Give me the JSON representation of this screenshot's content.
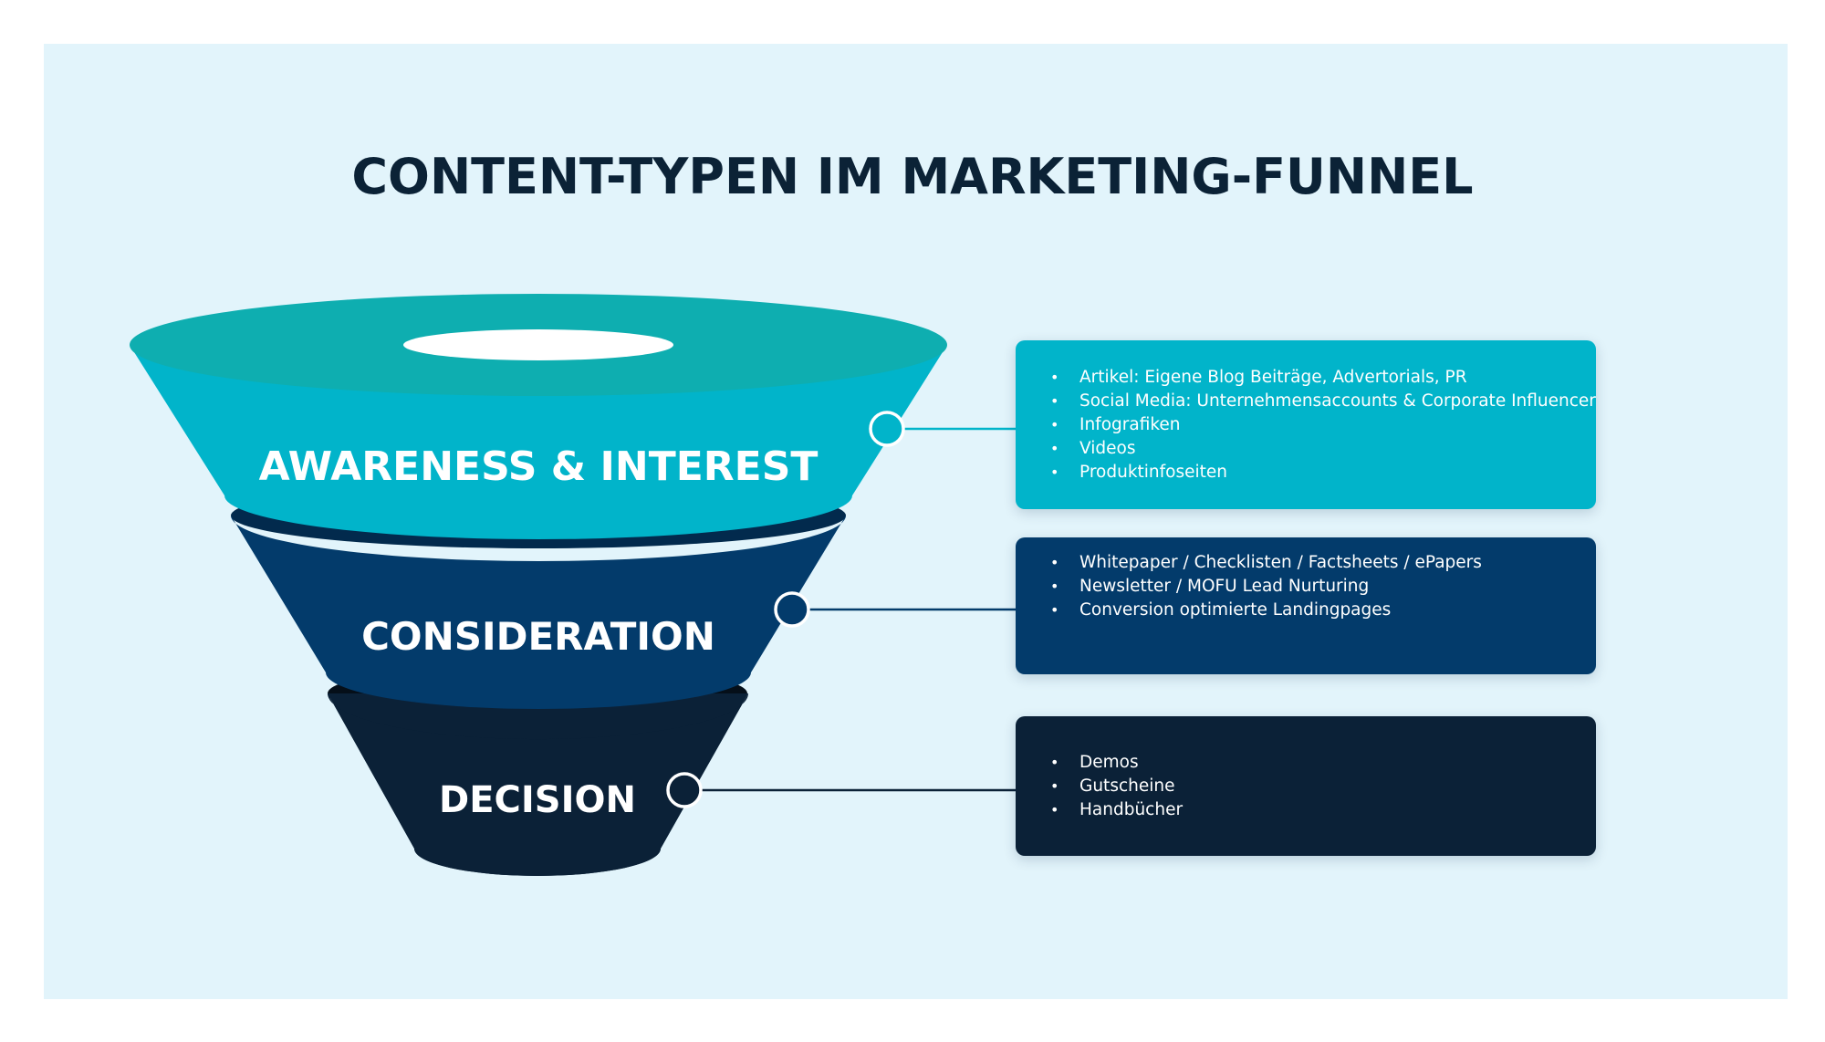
{
  "title": "CONTENT-TYPEN IM MARKETING-FUNNEL",
  "colors": {
    "background": "#e2f4fb",
    "title": "#0b2236",
    "awareness": "#01b4ca",
    "awareness_top": "#0eaeb0",
    "consideration": "#033b6b",
    "decision": "#0b2137"
  },
  "stages": [
    {
      "label": "AWARENESS & INTEREST",
      "items": [
        "Artikel: Eigene Blog Beiträge, Advertorials, PR",
        "Social Media: Unternehmensaccounts & Corporate Influencer",
        "Infografiken",
        "Videos",
        "Produktinfoseiten"
      ]
    },
    {
      "label": "CONSIDERATION",
      "items": [
        "Whitepaper / Checklisten / Factsheets / ePapers",
        "Newsletter / MOFU Lead Nurturing",
        "Conversion optimierte Landingpages"
      ]
    },
    {
      "label": "DECISION",
      "items": [
        "Demos",
        "Gutscheine",
        "Handbücher"
      ]
    }
  ]
}
